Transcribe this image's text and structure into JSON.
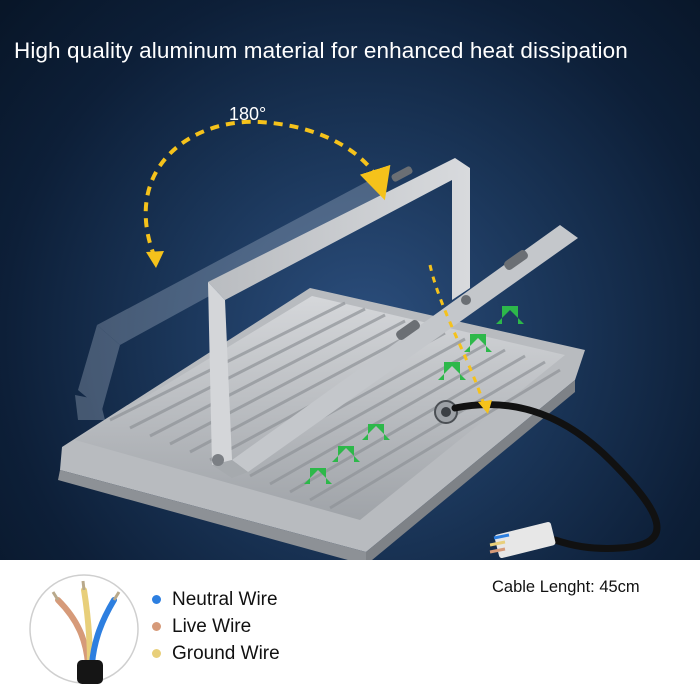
{
  "headline": "High quality aluminum material for enhanced heat dissipation",
  "rotation_label": "180°",
  "cable_label": "Cable Lenght: 45cm",
  "legend": [
    {
      "label": "Neutral Wire",
      "color": "#2d7fe0"
    },
    {
      "label": "Live Wire",
      "color": "#d69a79"
    },
    {
      "label": "Ground Wire",
      "color": "#e8cf7a"
    }
  ],
  "colors": {
    "background": "#0d1f38",
    "arrow": "#2db84a",
    "dashed_arc": "#f5c21b",
    "housing": "#c9ccd0"
  },
  "icons": [
    "rotation-arc-icon",
    "airflow-arrow-icon",
    "wire-bundle-icon"
  ]
}
